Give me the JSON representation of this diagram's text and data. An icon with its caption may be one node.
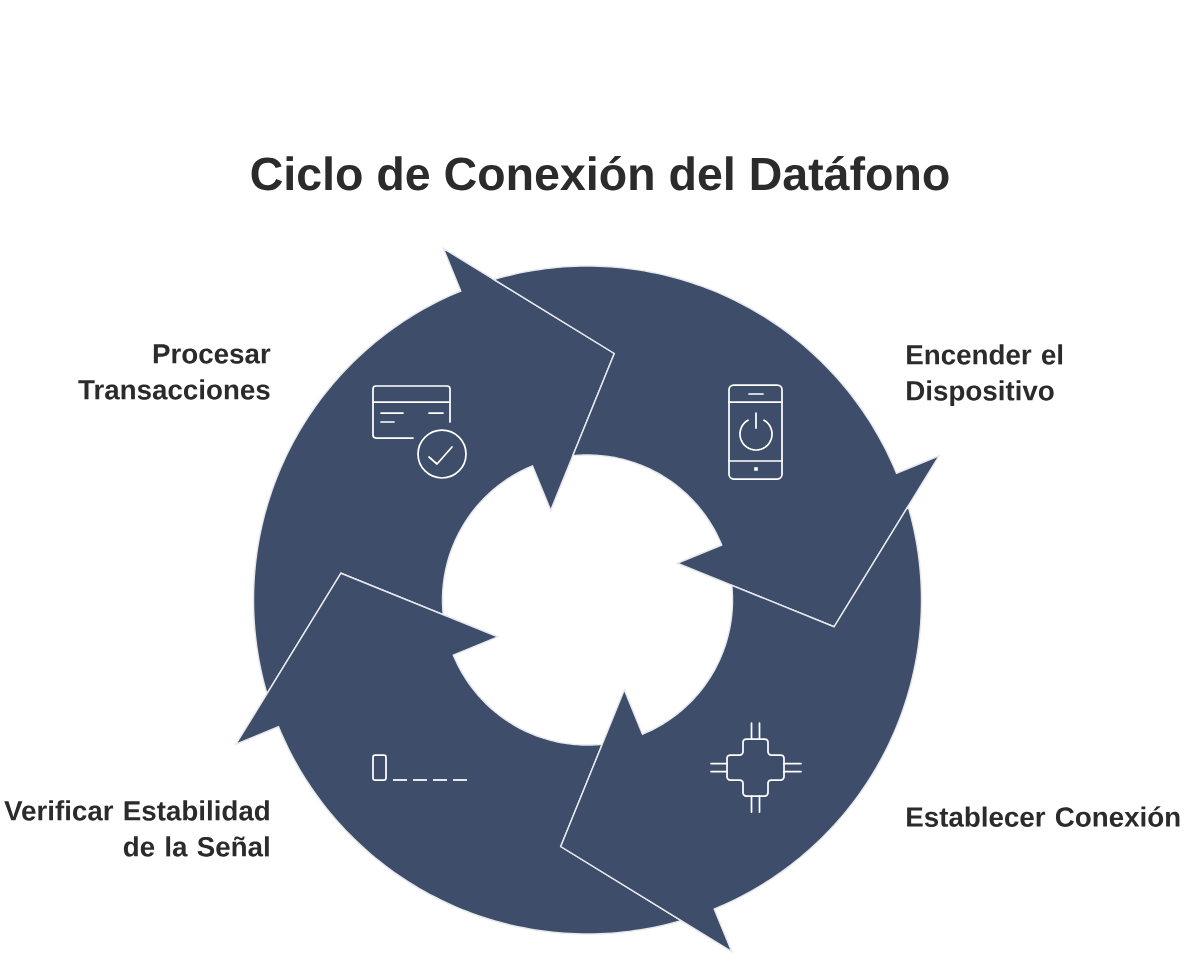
{
  "diagram": {
    "title": "Ciclo de Conexión del Datáfono",
    "nodes": [
      {
        "text": [
          "Procesar Transacciones"
        ]
      },
      {
        "text": [
          "Encender el Dispositivo"
        ]
      },
      {
        "text": [
          "Verificar Estabilidad de la Señal"
        ]
      },
      {
        "text": [
          "Establecer Conexión"
        ]
      }
    ]
  }
}
